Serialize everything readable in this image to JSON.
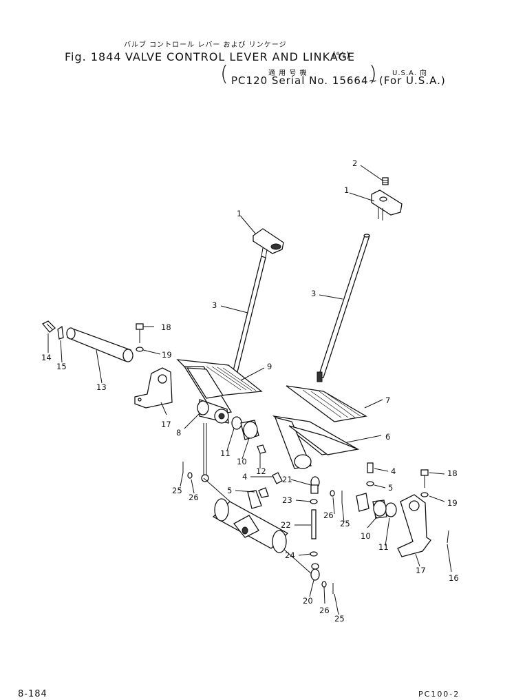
{
  "header": {
    "jp_title": "バルブ コントロール レバー および リンケージ",
    "fig_label": "Fig. 1844",
    "title": "VALVE CONTROL LEVER AND LINKAGE",
    "title_fraction": "(⁶⁄₆)",
    "jp_applicable": "適 用 号 機",
    "serial": "PC120 Serial No. 15664~",
    "jp_region": "U.S.A. 向",
    "region": "(For U.S.A.)"
  },
  "footer": {
    "page": "8-184",
    "model": "PC100-2"
  },
  "callouts": {
    "c1a": "1",
    "c1b": "1",
    "c2": "2",
    "c3a": "3",
    "c3b": "3",
    "c4a": "4",
    "c4b": "4",
    "c5a": "5",
    "c5b": "5",
    "c6": "6",
    "c7": "7",
    "c8": "8",
    "c9": "9",
    "c10a": "10",
    "c10b": "10",
    "c11a": "11",
    "c11b": "11",
    "c12": "12",
    "c13": "13",
    "c14": "14",
    "c15": "15",
    "c16": "16",
    "c17a": "17",
    "c17b": "17",
    "c18a": "18",
    "c18b": "18",
    "c19a": "19",
    "c19b": "19",
    "c20": "20",
    "c21": "21",
    "c22": "22",
    "c23": "23",
    "c24": "24",
    "c25a": "25",
    "c25b": "25",
    "c25c": "25",
    "c26a": "26",
    "c26b": "26",
    "c26c": "26"
  }
}
